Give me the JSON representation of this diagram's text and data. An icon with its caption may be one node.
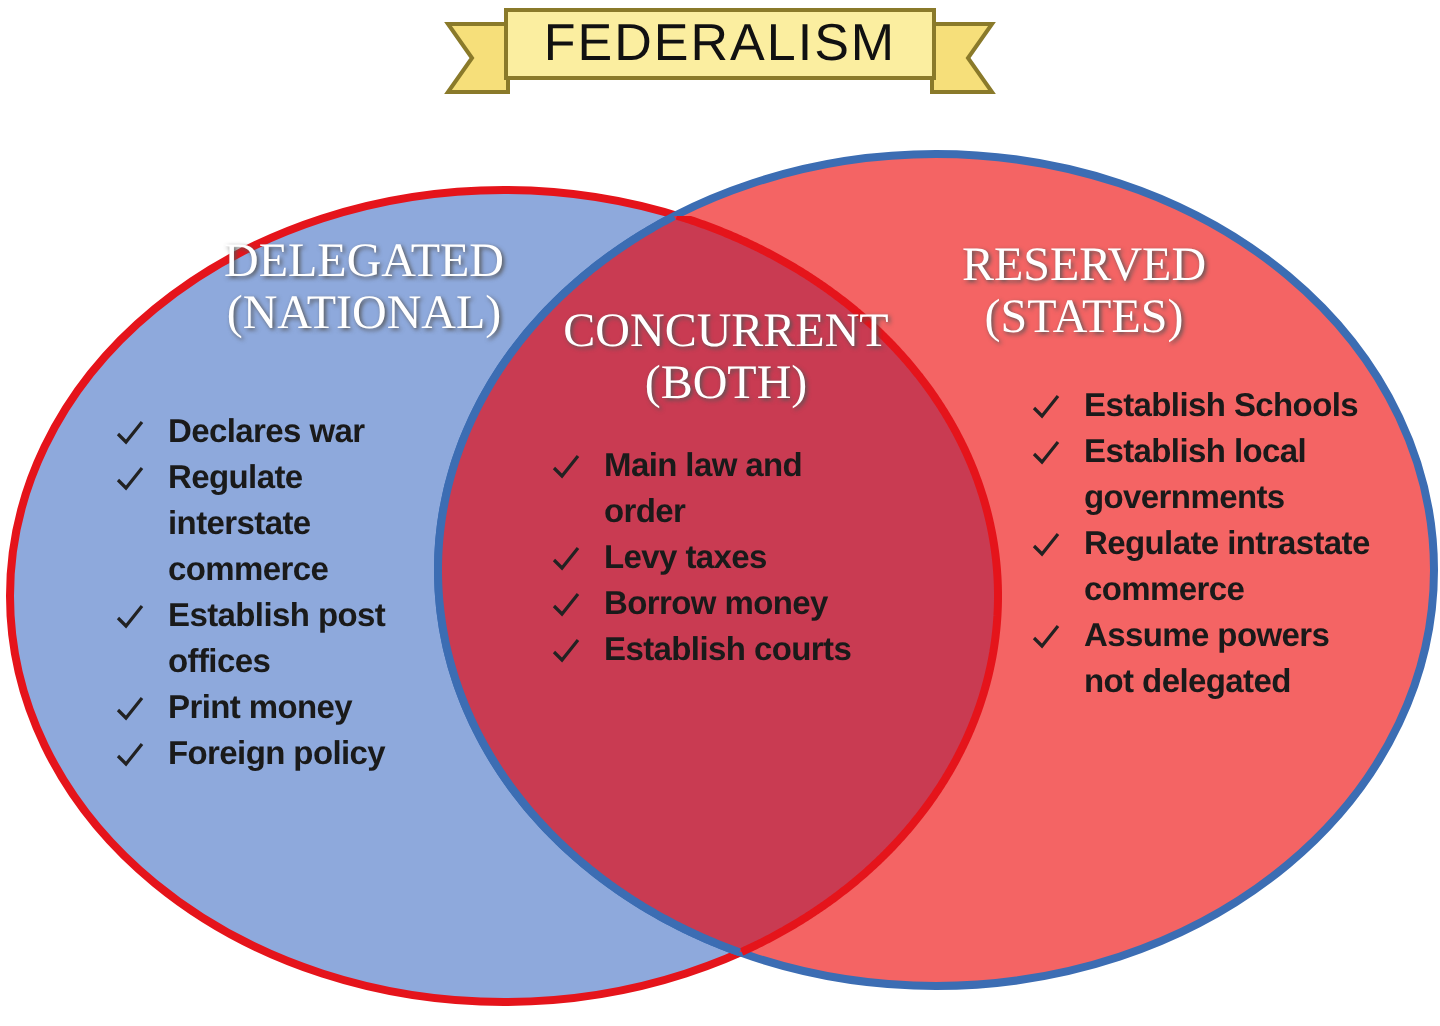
{
  "diagram": {
    "nodes": [
      {
        "text": [
          "FEDERALISM"
        ]
      },
      {
        "text": [
          "DELEGATED (NATIONAL)",
          "Declares war",
          "Regulate interstate commerce",
          "Establish post offices",
          "Print money",
          "Foreign policy"
        ]
      },
      {
        "text": [
          "CONCURRENT (BOTH)",
          "Main law and order",
          "Levy taxes",
          "Borrow money",
          "Establish courts"
        ]
      },
      {
        "text": [
          "RESERVED (STATES)",
          "Establish Schools",
          "Establish local governments",
          "Regulate intrastate commerce",
          "Assume powers not delegated"
        ]
      }
    ]
  }
}
